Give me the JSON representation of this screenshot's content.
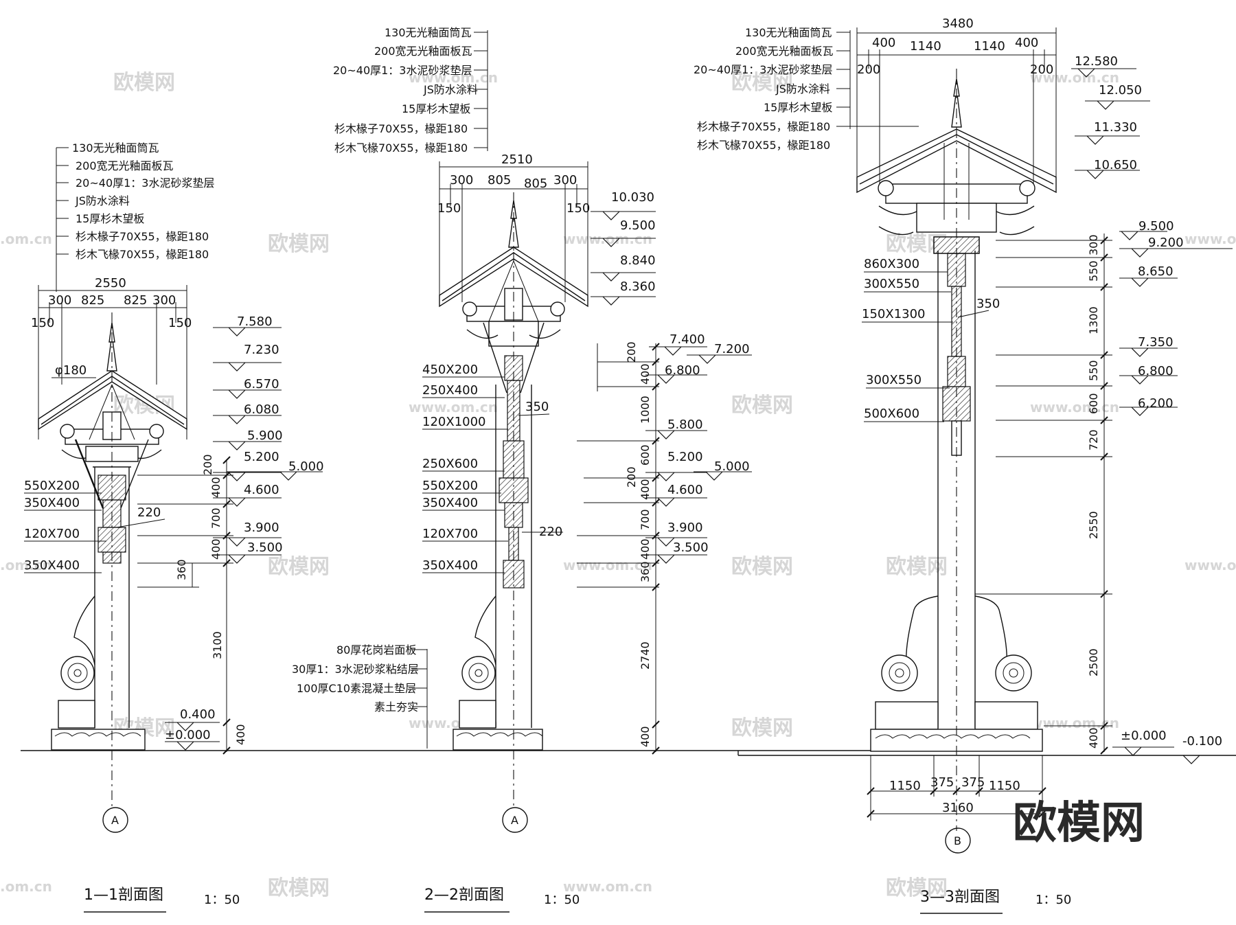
{
  "layers": [
    "130无光釉面筒瓦",
    "200宽无光釉面板瓦",
    "20~40厚1：3水泥砂浆垫层",
    "JS防水涂料",
    "15厚杉木望板",
    "杉木椽子70X55，椽距180",
    "杉木飞椽70X55，椽距180"
  ],
  "base_layers": [
    "80厚花岗岩面板",
    "30厚1：3水泥砂浆粘结层",
    "100厚C10素混凝土垫层",
    "素土夯实"
  ],
  "s1": {
    "title": "1—1剖面图",
    "scale": "1：50",
    "axis": "A",
    "top_dims": [
      "2550",
      "300",
      "825",
      "825",
      "300",
      "150",
      "150"
    ],
    "diameter": "φ180",
    "elev": [
      "7.580",
      "7.230",
      "6.570",
      "6.080",
      "5.900",
      "5.200",
      "5.000",
      "4.600",
      "3.900",
      "3.500",
      "0.400",
      "±0.000"
    ],
    "sections": [
      "550X200",
      "350X400",
      "120X700",
      "350X400"
    ],
    "col": "220",
    "vdims": [
      "200",
      "400",
      "700",
      "400",
      "360",
      "3100",
      "400"
    ]
  },
  "s2": {
    "title": "2—2剖面图",
    "scale": "1：50",
    "axis": "A",
    "top_dims": [
      "2510",
      "300",
      "805",
      "805",
      "300",
      "150",
      "150"
    ],
    "elev": [
      "10.030",
      "9.500",
      "8.840",
      "8.360",
      "7.400",
      "7.200",
      "6.800",
      "5.800",
      "5.200",
      "5.000",
      "4.600",
      "3.900",
      "3.500"
    ],
    "sections": [
      "450X200",
      "250X400",
      "120X1000",
      "250X600",
      "550X200",
      "350X400",
      "120X700",
      "350X400"
    ],
    "col_a": "350",
    "col_b": "220",
    "vdims": [
      "200",
      "400",
      "1000",
      "600",
      "200",
      "400",
      "700",
      "400",
      "360",
      "2740",
      "400"
    ]
  },
  "s3": {
    "title": "3—3剖面图",
    "scale": "1：50",
    "axis": "B",
    "top_dims": [
      "3480",
      "400",
      "1140",
      "1140",
      "400",
      "200",
      "200"
    ],
    "elev": [
      "12.580",
      "12.050",
      "11.330",
      "10.650",
      "9.500",
      "9.200",
      "8.650",
      "7.350",
      "6.800",
      "6.200",
      "±0.000",
      "-0.100"
    ],
    "sections": [
      "860X300",
      "300X550",
      "150X1300",
      "300X550",
      "500X600"
    ],
    "col": "350",
    "vdims": [
      "300",
      "550",
      "1300",
      "550",
      "600",
      "720",
      "2550",
      "2500",
      "400"
    ],
    "bottom_dims": [
      "1150",
      "375",
      "375",
      "1150",
      "3160"
    ]
  },
  "watermark": {
    "cn": "欧模网",
    "url": "www.om.cn",
    "dot": ".om.cn"
  }
}
